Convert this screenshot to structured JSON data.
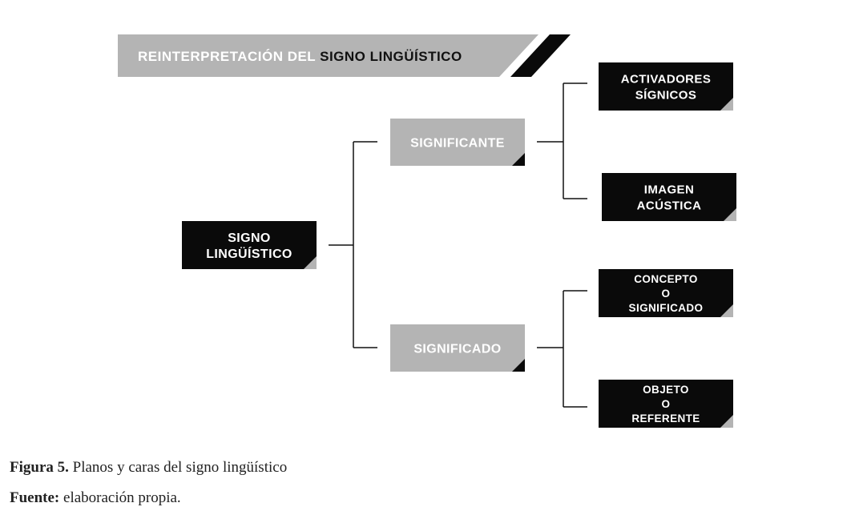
{
  "banner": {
    "part1": "REINTERPRETACIÓN DEL ",
    "part2": "SIGNO LINGÜÍSTICO"
  },
  "nodes": {
    "root": [
      "SIGNO",
      "LINGÜÍSTICO"
    ],
    "significante": [
      "SIGNIFICANTE"
    ],
    "significado": [
      "SIGNIFICADO"
    ],
    "activadores": [
      "ACTIVADORES",
      "SÍGNICOS"
    ],
    "imagen": [
      "IMAGEN",
      "ACÚSTICA"
    ],
    "concepto": [
      "CONCEPTO",
      "O",
      "SIGNIFICADO"
    ],
    "objeto": [
      "OBJETO",
      "O",
      "REFERENTE"
    ]
  },
  "caption": {
    "figure_label": "Figura 5.",
    "figure_text": " Planos y caras del signo lingüístico",
    "source_label": "Fuente:",
    "source_text": " elaboración propia."
  },
  "colors": {
    "dark_box": "#0a0a0a",
    "light_box": "#b4b4b4",
    "banner": "#b4b4b4",
    "line": "#111111",
    "text_on_dark": "#ffffff",
    "text_on_light": "#ffffff"
  }
}
